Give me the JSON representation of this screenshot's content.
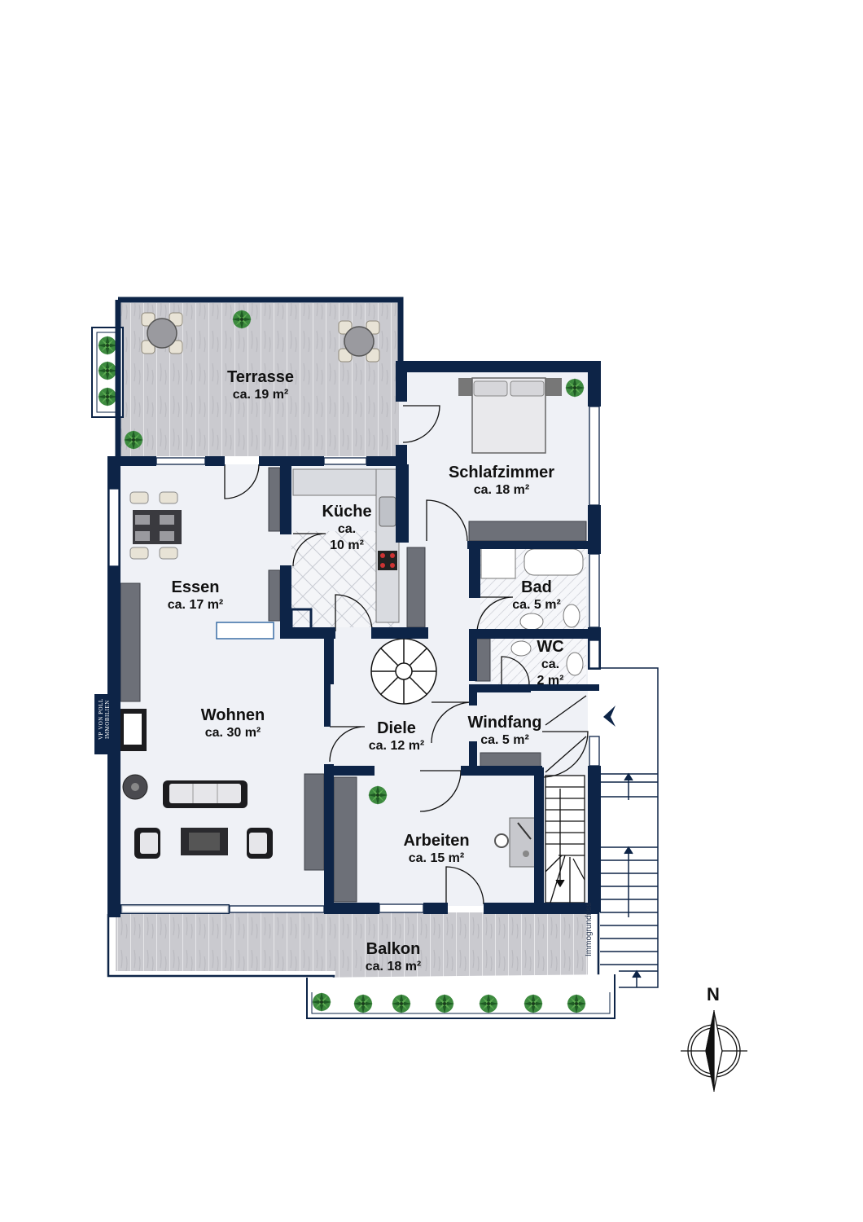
{
  "rooms": {
    "terrasse": {
      "name": "Terrasse",
      "area": "ca. 19 m²"
    },
    "schlafzimmer": {
      "name": "Schlafzimmer",
      "area": "ca. 18 m²"
    },
    "kueche": {
      "name": "Küche",
      "area_line1": "ca.",
      "area_line2": "10 m²"
    },
    "essen": {
      "name": "Essen",
      "area": "ca. 17 m²"
    },
    "bad": {
      "name": "Bad",
      "area": "ca. 5 m²"
    },
    "wc": {
      "name": "WC",
      "area_line1": "ca.",
      "area_line2": "2 m²"
    },
    "wohnen": {
      "name": "Wohnen",
      "area": "ca. 30 m²"
    },
    "diele": {
      "name": "Diele",
      "area": "ca. 12 m²"
    },
    "windfang": {
      "name": "Windfang",
      "area": "ca. 5 m²"
    },
    "arbeiten": {
      "name": "Arbeiten",
      "area": "ca. 15 m²"
    },
    "balkon": {
      "name": "Balkon",
      "area": "ca. 18 m²"
    }
  },
  "compass": {
    "north_label": "N"
  },
  "branding": {
    "logo_text": "VON POLL IMMOBILIEN",
    "monogram": "VP",
    "watermark": "Immogrundriss"
  },
  "colors": {
    "wall": "#0d2447",
    "floor": "#eff1f6",
    "deck": "#c7c7cc",
    "cabinet": "#6b6e75",
    "plant": "#2f7a34"
  },
  "icons": [
    "entrance-arrow-icon",
    "compass-icon",
    "plant-icon",
    "spiral-stair-icon"
  ]
}
